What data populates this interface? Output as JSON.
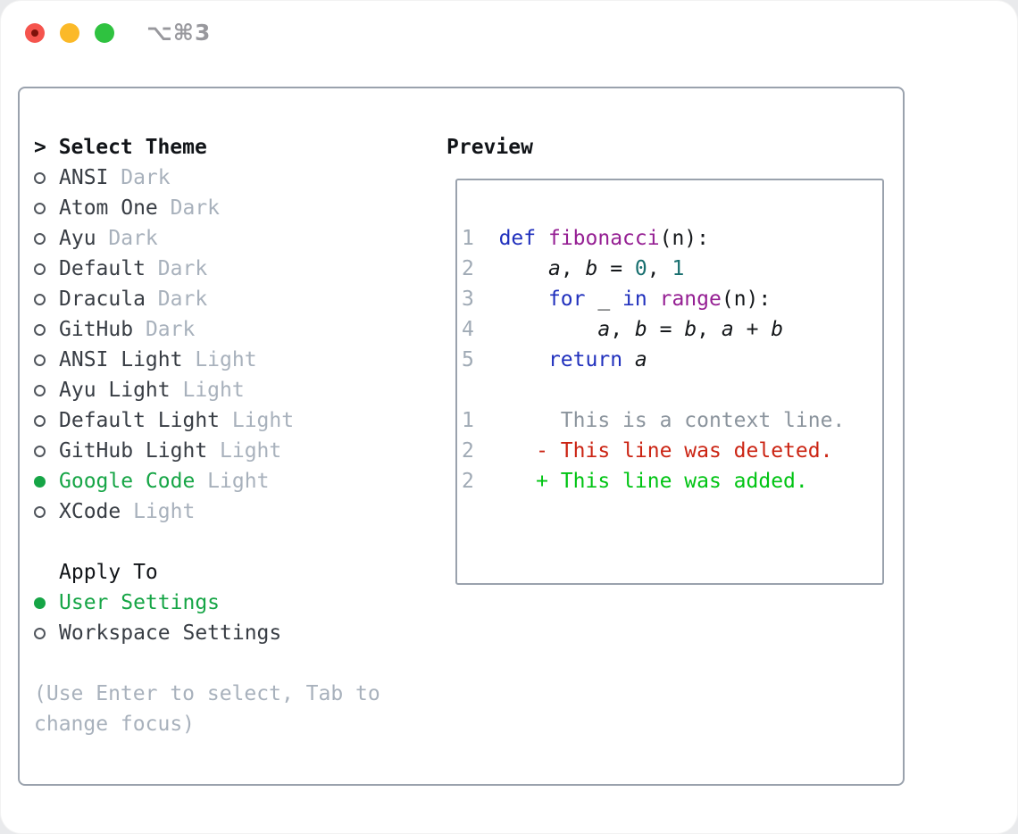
{
  "titlebar": {
    "shortcut_label": "⌥⌘3",
    "traffic_lights": [
      "close",
      "minimize",
      "zoom"
    ]
  },
  "theme_picker": {
    "cursor": ">",
    "header": "Select Theme",
    "themes": [
      {
        "name": "ANSI",
        "variant": "Dark",
        "selected": false
      },
      {
        "name": "Atom One",
        "variant": "Dark",
        "selected": false
      },
      {
        "name": "Ayu",
        "variant": "Dark",
        "selected": false
      },
      {
        "name": "Default",
        "variant": "Dark",
        "selected": false
      },
      {
        "name": "Dracula",
        "variant": "Dark",
        "selected": false
      },
      {
        "name": "GitHub",
        "variant": "Dark",
        "selected": false
      },
      {
        "name": "ANSI Light",
        "variant": "Light",
        "selected": false
      },
      {
        "name": "Ayu Light",
        "variant": "Light",
        "selected": false
      },
      {
        "name": "Default Light",
        "variant": "Light",
        "selected": false
      },
      {
        "name": "GitHub Light",
        "variant": "Light",
        "selected": false
      },
      {
        "name": "Google Code",
        "variant": "Light",
        "selected": true
      },
      {
        "name": "XCode",
        "variant": "Light",
        "selected": false
      }
    ],
    "apply_to": {
      "header": "Apply To",
      "options": [
        {
          "name": "User Settings",
          "selected": true
        },
        {
          "name": "Workspace Settings",
          "selected": false
        }
      ]
    },
    "hint": "(Use Enter to select, Tab to change focus)"
  },
  "preview": {
    "header": "Preview",
    "lines": [
      {
        "num": "1",
        "tokens": [
          {
            "t": "  ",
            "c": "pl"
          },
          {
            "t": "def",
            "c": "kw"
          },
          {
            "t": " ",
            "c": "pl"
          },
          {
            "t": "fibonacci",
            "c": "fn"
          },
          {
            "t": "(n):",
            "c": "pl"
          }
        ]
      },
      {
        "num": "2",
        "tokens": [
          {
            "t": "      ",
            "c": "pl"
          },
          {
            "t": "a",
            "c": "var"
          },
          {
            "t": ", ",
            "c": "pl"
          },
          {
            "t": "b",
            "c": "var"
          },
          {
            "t": " = ",
            "c": "pl"
          },
          {
            "t": "0",
            "c": "num"
          },
          {
            "t": ", ",
            "c": "pl"
          },
          {
            "t": "1",
            "c": "num"
          }
        ]
      },
      {
        "num": "3",
        "tokens": [
          {
            "t": "      ",
            "c": "pl"
          },
          {
            "t": "for",
            "c": "kw"
          },
          {
            "t": " _ ",
            "c": "pl"
          },
          {
            "t": "in",
            "c": "kw"
          },
          {
            "t": " ",
            "c": "pl"
          },
          {
            "t": "range",
            "c": "fn"
          },
          {
            "t": "(n):",
            "c": "pl"
          }
        ]
      },
      {
        "num": "4",
        "tokens": [
          {
            "t": "          ",
            "c": "pl"
          },
          {
            "t": "a",
            "c": "var"
          },
          {
            "t": ", ",
            "c": "pl"
          },
          {
            "t": "b",
            "c": "var"
          },
          {
            "t": " = ",
            "c": "pl"
          },
          {
            "t": "b",
            "c": "var"
          },
          {
            "t": ", ",
            "c": "pl"
          },
          {
            "t": "a",
            "c": "var"
          },
          {
            "t": " + ",
            "c": "pl"
          },
          {
            "t": "b",
            "c": "var"
          }
        ]
      },
      {
        "num": "5",
        "tokens": [
          {
            "t": "      ",
            "c": "pl"
          },
          {
            "t": "return",
            "c": "kw"
          },
          {
            "t": " ",
            "c": "pl"
          },
          {
            "t": "a",
            "c": "var"
          }
        ]
      },
      {
        "num": "",
        "tokens": []
      },
      {
        "num": "1",
        "tokens": [
          {
            "t": "       This is a context line.",
            "c": "ctx"
          }
        ]
      },
      {
        "num": "2",
        "tokens": [
          {
            "t": "     - This line was deleted.",
            "c": "del"
          }
        ]
      },
      {
        "num": "2",
        "tokens": [
          {
            "t": "     + This line was added.",
            "c": "add"
          }
        ]
      }
    ]
  },
  "colors": {
    "border": "#9aa2ad",
    "text": "#383d44",
    "header_text": "#111418",
    "muted": "#a8b1bc",
    "radio_outline": "#50555c",
    "selection": "#16a546",
    "keyword": "#2030bd",
    "function_name": "#951f93",
    "number_literal": "#186f6f",
    "code_text": "#15181b",
    "line_number": "#a0aab5",
    "context": "#8b949d",
    "deleted": "#cb2413",
    "added": "#00c413",
    "titlebar_red": "#f5544d",
    "titlebar_red_inner": "#7e120a",
    "titlebar_yellow": "#fbb928",
    "titlebar_green": "#2fc240",
    "titlebar_text": "#98989d"
  }
}
